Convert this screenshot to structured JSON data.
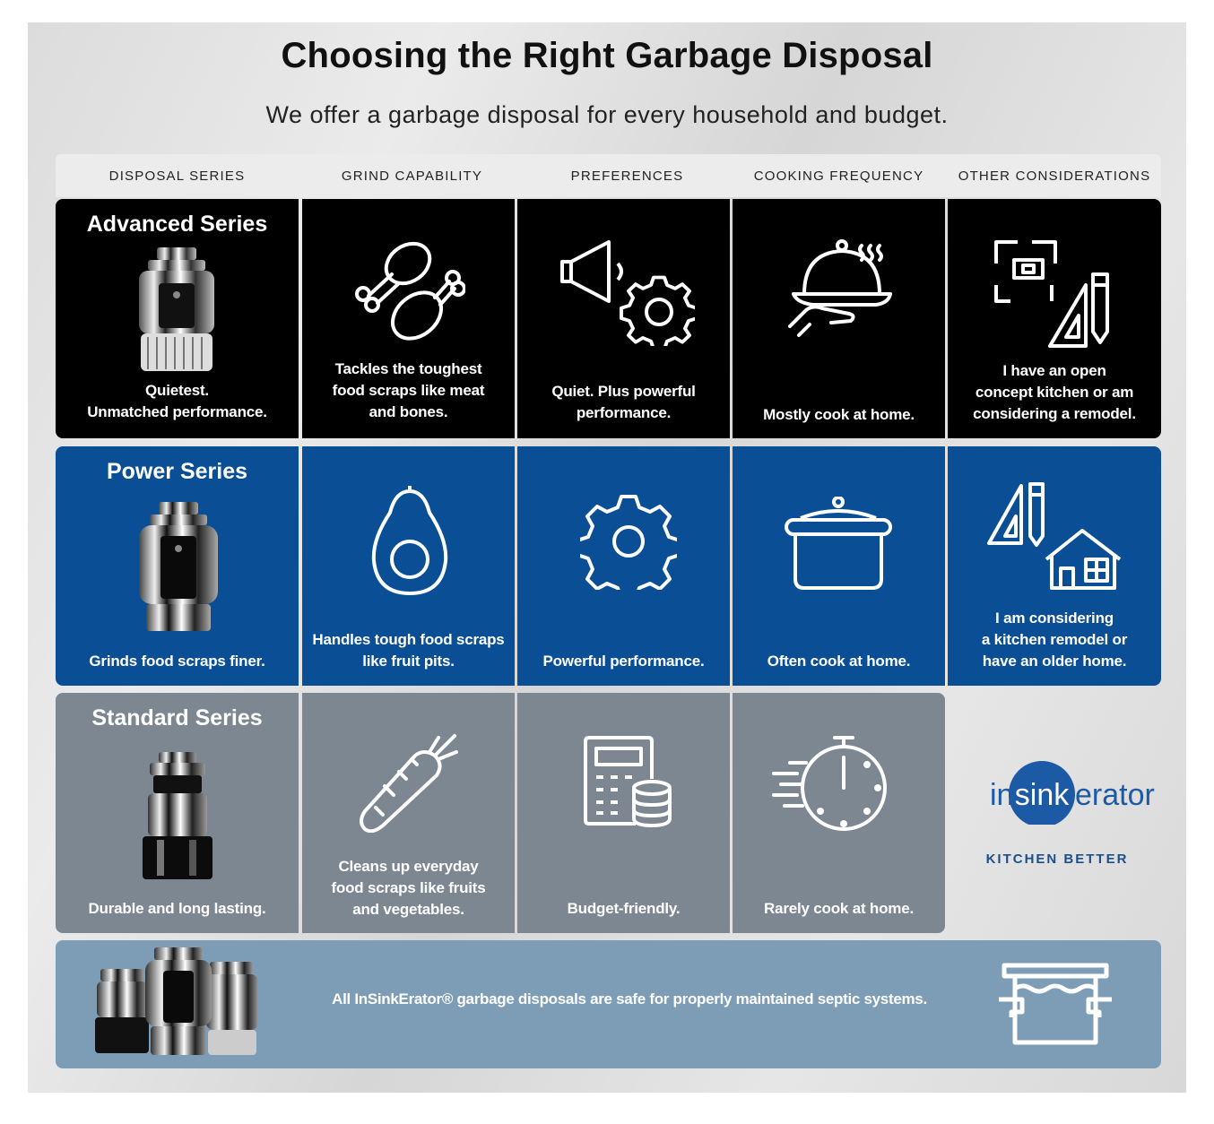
{
  "title": "Choosing the Right Garbage Disposal",
  "subtitle": "We offer a garbage disposal for every household and budget.",
  "columns": [
    "DISPOSAL SERIES",
    "GRIND CAPABILITY",
    "PREFERENCES",
    "COOKING FREQUENCY",
    "OTHER CONSIDERATIONS"
  ],
  "rows": [
    {
      "series": "Advanced Series",
      "series_desc": "Quietest.\nUnmatched performance.",
      "grind": "Tackles the toughest\nfood scraps like meat\nand bones.",
      "preferences": "Quiet. Plus powerful\nperformance.",
      "cooking": "Mostly cook at home.",
      "other": "I have an open\nconcept kitchen or am\nconsidering a remodel.",
      "icons": [
        "disposal-icon",
        "drumstick-icon",
        "speaker-gear-icon",
        "serving-cloche-icon",
        "blueprint-tools-icon"
      ]
    },
    {
      "series": "Power Series",
      "series_desc": "Grinds food scraps finer.",
      "grind": "Handles tough food scraps\nlike fruit pits.",
      "preferences": "Powerful performance.",
      "cooking": "Often cook at home.",
      "other": "I am considering\na kitchen remodel or\nhave an older home.",
      "icons": [
        "disposal-icon",
        "avocado-icon",
        "gear-icon",
        "pot-icon",
        "tools-house-icon"
      ]
    },
    {
      "series": "Standard Series",
      "series_desc": "Durable and long lasting.",
      "grind": "Cleans up everyday\nfood scraps like fruits\nand vegetables.",
      "preferences": "Budget-friendly.",
      "cooking": "Rarely cook at home.",
      "icons": [
        "disposal-icon",
        "carrot-icon",
        "calculator-coins-icon",
        "stopwatch-icon"
      ]
    }
  ],
  "brand": {
    "logo_left": "in",
    "logo_mid": "sink",
    "logo_right": "erator",
    "tagline": "KITCHEN BETTER"
  },
  "footer": {
    "text": "All InSinkErator® garbage disposals are safe for properly maintained septic systems.",
    "icons": [
      "disposal-lineup-icon",
      "septic-tank-icon"
    ]
  },
  "colors": {
    "advanced": "#000000",
    "power": "#0a4f95",
    "standard": "#7c8792",
    "footer": "#7d9cb6",
    "brand": "#1c4f8a"
  }
}
